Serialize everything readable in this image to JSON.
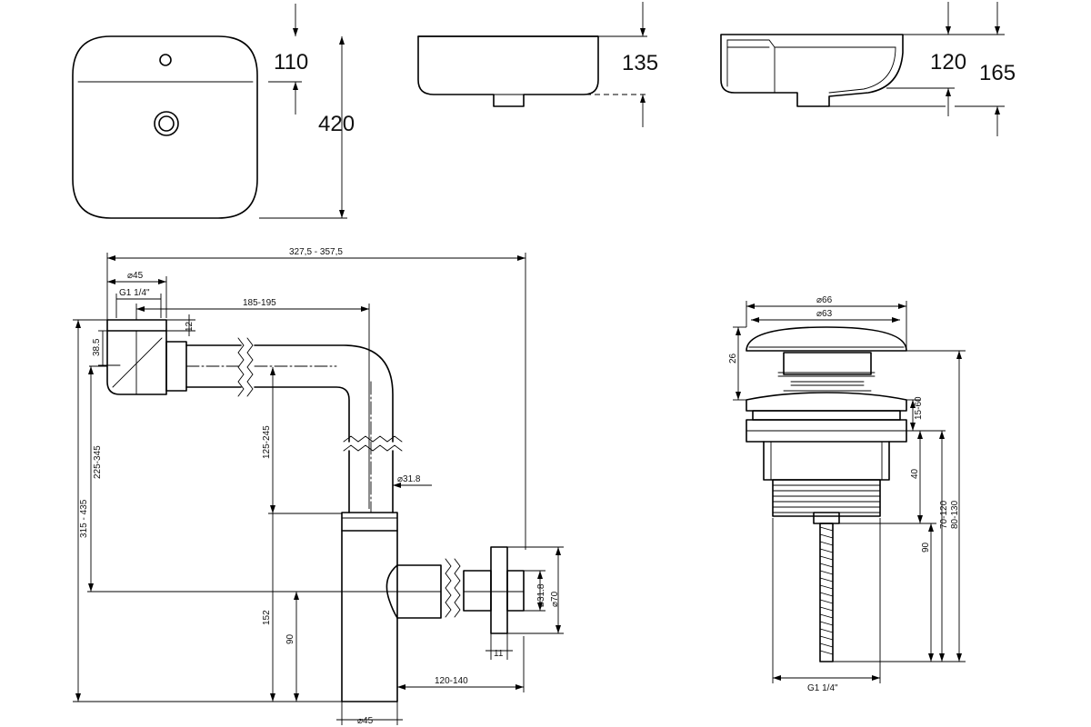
{
  "basin": {
    "plan_overflow_dim": "110",
    "plan_width_dim": "420",
    "front_height_dim": "135",
    "side_inner_dim": "120",
    "side_outer_dim": "165"
  },
  "siphon": {
    "total_width": "327,5 - 357,5",
    "top_diameter": "⌀45",
    "thread": "G1 1/4\"",
    "horizontal_length": "185-195",
    "cap_height": "12",
    "elbow_height": "38.5",
    "height_range_inner": "225-345",
    "height_range_outer": "315 - 435",
    "vertical_length": "125-245",
    "pipe_diameter": "⌀31.8",
    "body_height": "152",
    "outlet_height": "90",
    "outlet_length": "120-140",
    "bottom_diameter": "⌀45",
    "outlet_pipe_diameter": "⌀31.8",
    "flange_diameter": "⌀70",
    "flange_thickness": "11"
  },
  "drain_valve": {
    "cap_outer_diameter": "⌀66",
    "cap_inner_diameter": "⌀63",
    "cap_height": "26",
    "clamp_range": "15-60",
    "thread_height": "40",
    "stem_length": "90",
    "range_mid": "70-120",
    "range_total": "80-130",
    "thread": "G1 1/4\""
  }
}
